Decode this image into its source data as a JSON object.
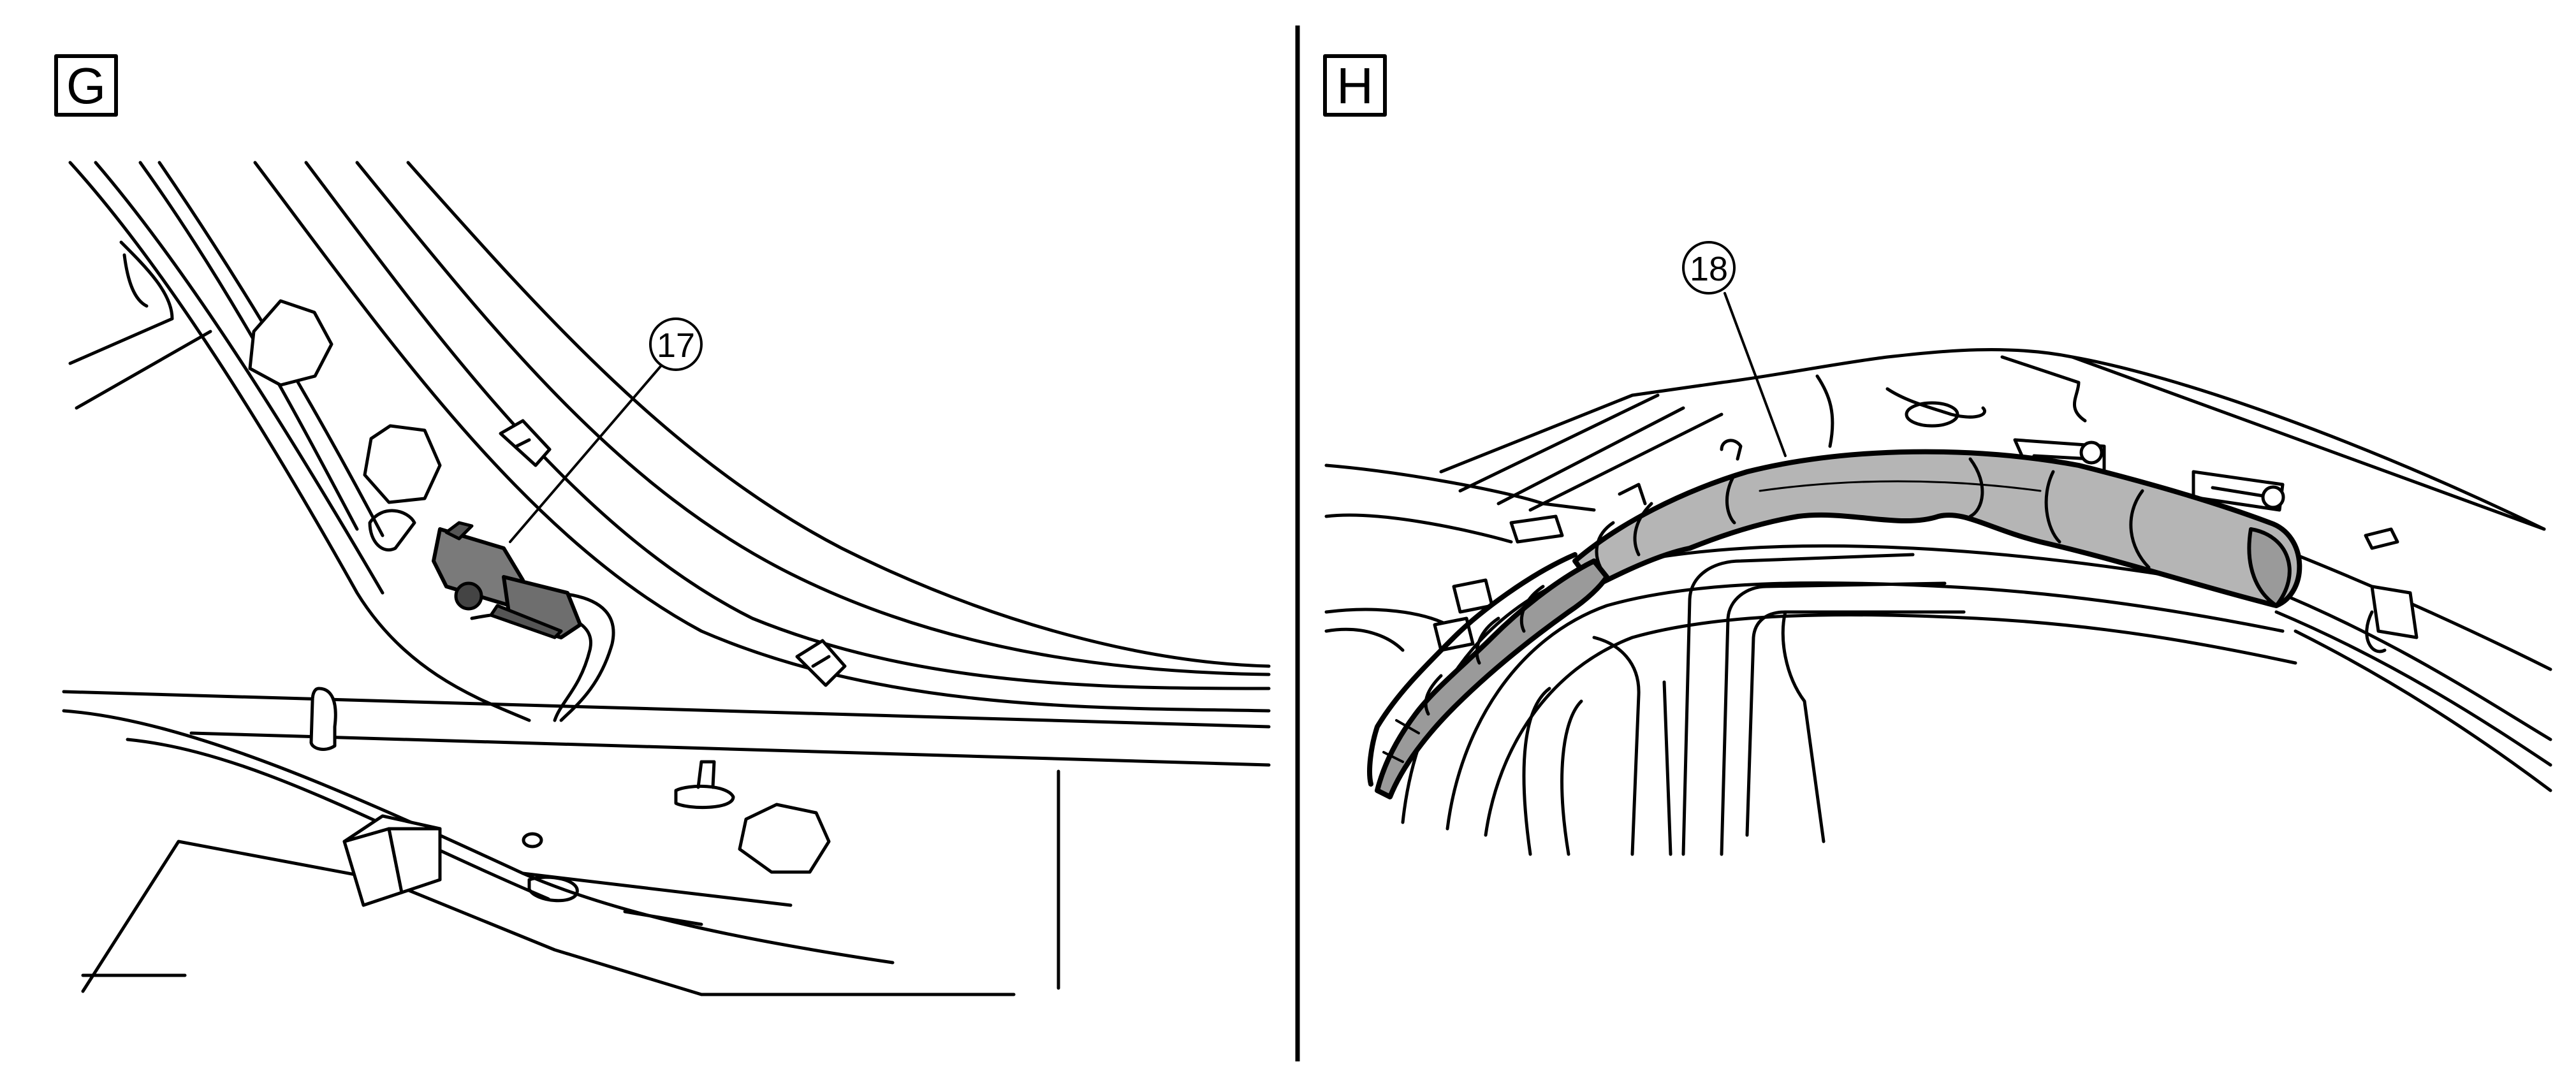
{
  "panels": [
    {
      "id": "G",
      "label": "G"
    },
    {
      "id": "H",
      "label": "H"
    }
  ],
  "callouts": [
    {
      "panel": "G",
      "number": "17"
    },
    {
      "panel": "H",
      "number": "18"
    }
  ],
  "colors": {
    "line": "#000000",
    "part_fill_dark": "#7a7a7a",
    "part_fill_light": "#b5b5b5",
    "background": "#ffffff"
  }
}
